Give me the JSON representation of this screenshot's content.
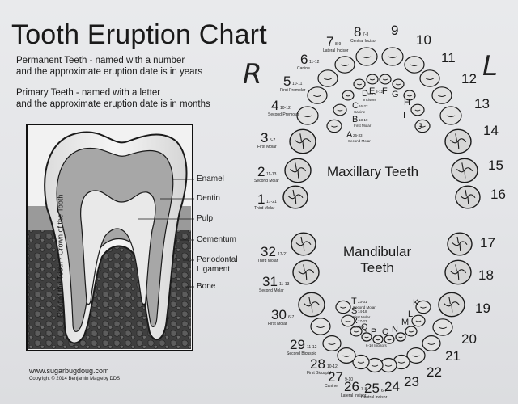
{
  "title": "Tooth Eruption Chart",
  "intro": {
    "permanent_line1": "Permanent Teeth - named with a number",
    "permanent_line2": "and the approximate eruption date is in years",
    "primary_line1": "Primary Teeth - named with a letter",
    "primary_line2": "and the approximate eruption date is in months"
  },
  "side_label": "Root of the Tooth - Crown of the Tooth",
  "anatomy_labels": {
    "enamel": "Enamel",
    "dentin": "Dentin",
    "pulp": "Pulp",
    "cementum": "Cementum",
    "periodontal_1": "Periodontal",
    "periodontal_2": "Ligament",
    "bone": "Bone"
  },
  "handwriting": {
    "right": "R",
    "left": "L"
  },
  "regions": {
    "maxillary": "Maxillary Teeth",
    "mandibular_1": "Mandibular",
    "mandibular_2": "Teeth"
  },
  "footer": {
    "website": "www.sugarbugdoug.com",
    "copyright": "Copyright © 2014 Benjamin Magleby DDS"
  },
  "permanent_teeth": [
    {
      "n": "1",
      "age": "17-21",
      "name": "Third Molar"
    },
    {
      "n": "2",
      "age": "11-13",
      "name": "Second Molar"
    },
    {
      "n": "3",
      "age": "5-7",
      "name": "First Molar"
    },
    {
      "n": "4",
      "age": "10-12",
      "name": "Second Premolar"
    },
    {
      "n": "5",
      "age": "10-11",
      "name": "First Premolar"
    },
    {
      "n": "6",
      "age": "11-12",
      "name": "Canine"
    },
    {
      "n": "7",
      "age": "8-9",
      "name": "Lateral Incisor"
    },
    {
      "n": "8",
      "age": "7-8",
      "name": "Central Incisor"
    },
    {
      "n": "9",
      "age": "",
      "name": ""
    },
    {
      "n": "10",
      "age": "",
      "name": ""
    },
    {
      "n": "11",
      "age": "",
      "name": ""
    },
    {
      "n": "12",
      "age": "",
      "name": ""
    },
    {
      "n": "13",
      "age": "",
      "name": ""
    },
    {
      "n": "14",
      "age": "",
      "name": ""
    },
    {
      "n": "15",
      "age": "",
      "name": ""
    },
    {
      "n": "16",
      "age": "",
      "name": ""
    },
    {
      "n": "17",
      "age": "",
      "name": ""
    },
    {
      "n": "18",
      "age": "",
      "name": ""
    },
    {
      "n": "19",
      "age": "",
      "name": ""
    },
    {
      "n": "20",
      "age": "",
      "name": ""
    },
    {
      "n": "21",
      "age": "",
      "name": ""
    },
    {
      "n": "22",
      "age": "",
      "name": ""
    },
    {
      "n": "23",
      "age": "",
      "name": ""
    },
    {
      "n": "24",
      "age": "",
      "name": ""
    },
    {
      "n": "25",
      "age": "6-7",
      "name": "Central Incisor"
    },
    {
      "n": "26",
      "age": "7-8",
      "name": "Lateral Incisor"
    },
    {
      "n": "27",
      "age": "9-10",
      "name": "Canine"
    },
    {
      "n": "28",
      "age": "10-12",
      "name": "First Bicuspid"
    },
    {
      "n": "29",
      "age": "11-12",
      "name": "Second Bicuspid"
    },
    {
      "n": "30",
      "age": "6-7",
      "name": "First Molar"
    },
    {
      "n": "31",
      "age": "11-13",
      "name": "Second Molar"
    },
    {
      "n": "32",
      "age": "17-21",
      "name": "Third Molar"
    }
  ],
  "primary_teeth": [
    {
      "l": "A",
      "age": "25-33",
      "name": "Second Molar"
    },
    {
      "l": "B",
      "age": "13-19",
      "name": "First Molar"
    },
    {
      "l": "C",
      "age": "16-22",
      "name": "Canine"
    },
    {
      "l": "D",
      "age": "9-13",
      "name": "Incisors"
    },
    {
      "l": "E",
      "age": "8-12",
      "name": ""
    },
    {
      "l": "F",
      "age": "",
      "name": ""
    },
    {
      "l": "G",
      "age": "",
      "name": ""
    },
    {
      "l": "H",
      "age": "",
      "name": ""
    },
    {
      "l": "I",
      "age": "",
      "name": ""
    },
    {
      "l": "J",
      "age": "",
      "name": ""
    },
    {
      "l": "K",
      "age": "",
      "name": ""
    },
    {
      "l": "L",
      "age": "",
      "name": ""
    },
    {
      "l": "M",
      "age": "",
      "name": ""
    },
    {
      "l": "N",
      "age": "",
      "name": ""
    },
    {
      "l": "O",
      "age": "",
      "name": ""
    },
    {
      "l": "P",
      "age": "",
      "name": ""
    },
    {
      "l": "Q",
      "age": "",
      "name": ""
    },
    {
      "l": "R",
      "age": "17-23",
      "name": "Canine"
    },
    {
      "l": "S",
      "age": "14-18",
      "name": "First Molar"
    },
    {
      "l": "T",
      "age": "23-31",
      "name": "Second Molar"
    }
  ],
  "primary_incisor_note": "6-10 Incisors"
}
